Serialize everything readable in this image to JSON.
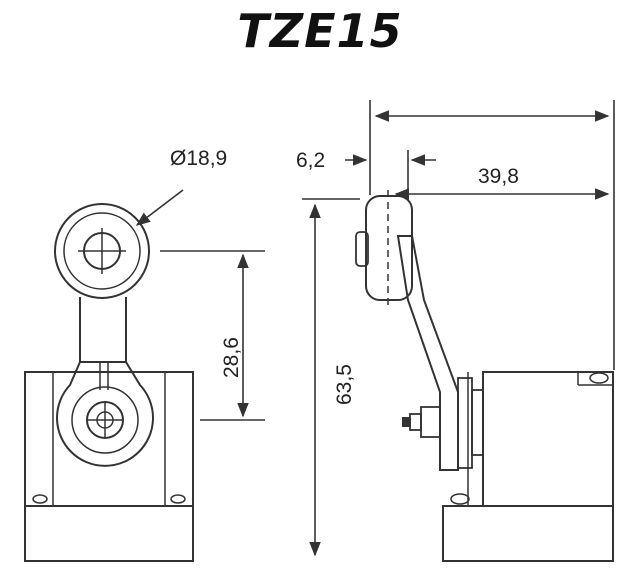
{
  "title": "TZE15",
  "dimensions": {
    "roller_diameter": "Ø18,9",
    "offset": "6,2",
    "horizontal_extent": "39,8",
    "roller_height": "28,6",
    "total_height": "63,5"
  },
  "colors": {
    "line": "#333333",
    "dimension": "#444444",
    "background": "#ffffff"
  }
}
